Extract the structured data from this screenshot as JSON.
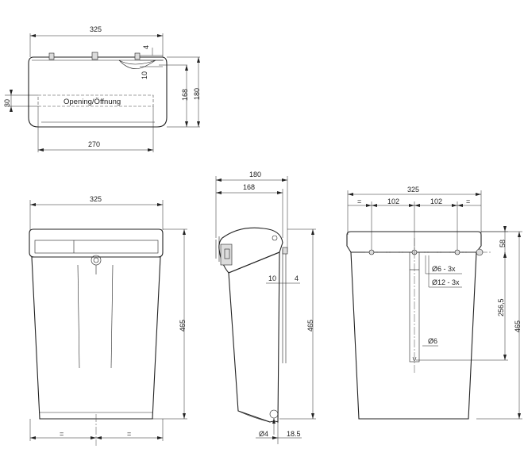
{
  "top_view": {
    "width_325": "325",
    "dim_4": "4",
    "dim_10": "10",
    "dim_168": "168",
    "dim_180": "180",
    "dim_30": "30",
    "opening_label": "Opening/Öffnung",
    "dim_270": "270"
  },
  "front_view": {
    "width_325": "325",
    "height_465": "465",
    "eq_left": "=",
    "eq_right": "="
  },
  "side_view": {
    "dim_180": "180",
    "dim_168": "168",
    "dim_10": "10",
    "dim_4": "4",
    "height_465": "465",
    "diam_4": "Ø4",
    "dim_18_5": "18.5"
  },
  "back_view": {
    "width_325": "325",
    "eq_left": "=",
    "dim_102_left": "102",
    "dim_102_right": "102",
    "eq_right": "=",
    "dim_58": "58",
    "hole_6_3x": "Ø6 - 3x",
    "hole_12_3x": "Ø12 - 3x",
    "dim_256_5": "256,5",
    "height_465": "465",
    "hole_6": "Ø6"
  }
}
